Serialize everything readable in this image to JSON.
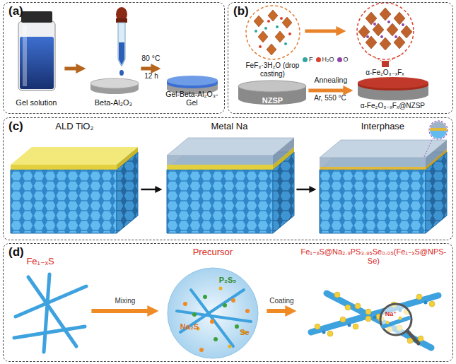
{
  "diagram": {
    "nodes": [
      {
        "text": [
          "(a)"
        ]
      },
      {
        "text": [
          "Gel solution"
        ],
        "in": 0
      },
      {
        "text": [
          "Beta-Al₂O₃"
        ],
        "in": 0
      },
      {
        "text": [
          "Gel-Beta-Al₂O₃-Gel"
        ],
        "in": 0
      },
      {
        "text": [
          "(b)"
        ]
      },
      {
        "text": [
          "FeF₃·3H₂O (drop casting)"
        ],
        "in": 4
      },
      {
        "text": [
          "α-Fe₂O₃₋ₓFₓ"
        ],
        "in": 4
      },
      {
        "text": [
          "NZSP"
        ],
        "in": 4
      },
      {
        "text": [
          "α-Fe₂O₃₋ₓFₓ@NZSP"
        ],
        "in": 4
      },
      {
        "text": [
          "(c)"
        ]
      },
      {
        "text": [
          "ALD TiO₂"
        ],
        "in": 9
      },
      {
        "text": [
          "Metal Na"
        ],
        "in": 9
      },
      {
        "text": [
          "Interphase"
        ],
        "in": 9
      },
      {
        "text": [
          "(d)"
        ]
      },
      {
        "text": [
          "Fe₁₋ₓS"
        ],
        "in": 13
      },
      {
        "text": [
          "Precursor"
        ],
        "in": 13
      },
      {
        "text": [
          "Fe₁₋ₓS@Na₂.₉PS₃.₉₅Se₀.₀₅(Fe₁₋ₓS@NPS-Se)"
        ],
        "in": 13
      }
    ],
    "edges": [
      {
        "from": 1,
        "to": 2,
        "arrow": "to"
      },
      {
        "from": 2,
        "to": 3,
        "arrow": "to",
        "label": "80 °C"
      },
      {
        "from": 5,
        "to": 6,
        "arrow": "to"
      },
      {
        "from": 7,
        "to": 8,
        "arrow": "to",
        "label": "Annealing"
      },
      {
        "from": 10,
        "to": 11,
        "arrow": "to"
      },
      {
        "from": 11,
        "to": 12,
        "arrow": "to"
      },
      {
        "from": 14,
        "to": 15,
        "arrow": "to",
        "label": "Mixing"
      },
      {
        "from": 15,
        "to": 16,
        "arrow": "to",
        "label": "Coating"
      }
    ],
    "labels": [
      "12 h",
      "Ar, 550 °C",
      "P₂S₅",
      "Na₂S",
      "Se",
      "Na⁺"
    ],
    "legend": [
      {
        "text": "F",
        "color": "#2fa6a0"
      },
      {
        "text": "H₂O",
        "color": "#d9402e"
      },
      {
        "text": "O",
        "color": "#8e44ad"
      }
    ]
  }
}
